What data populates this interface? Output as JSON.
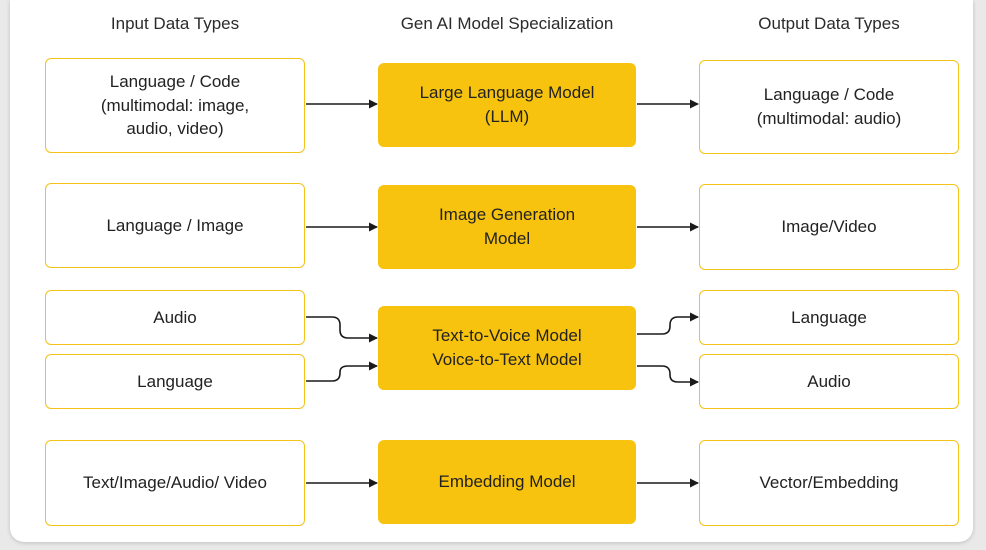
{
  "headers": {
    "input": "Input Data Types",
    "model": "Gen AI Model Specialization",
    "output": "Output Data Types"
  },
  "rows": [
    {
      "input": [
        "Language / Code",
        "(multimodal: image,",
        "audio, video)"
      ],
      "model": [
        "Large Language Model",
        "(LLM)"
      ],
      "output": [
        "Language / Code",
        "(multimodal: audio)"
      ]
    },
    {
      "input": [
        "Language / Image"
      ],
      "model": [
        "Image Generation",
        "Model"
      ],
      "output": [
        "Image/Video"
      ]
    },
    {
      "inputs": [
        "Audio",
        "Language"
      ],
      "model": [
        "Text-to-Voice Model",
        "Voice-to-Text Model"
      ],
      "outputs": [
        "Language",
        "Audio"
      ]
    },
    {
      "input": [
        "Text/Image/Audio/ Video"
      ],
      "model": [
        "Embedding Model"
      ],
      "output": [
        "Vector/Embedding"
      ]
    }
  ],
  "colors": {
    "model_fill": "#f7c30f",
    "io_border": "#f2c318",
    "arrow": "#1a1a1a"
  }
}
